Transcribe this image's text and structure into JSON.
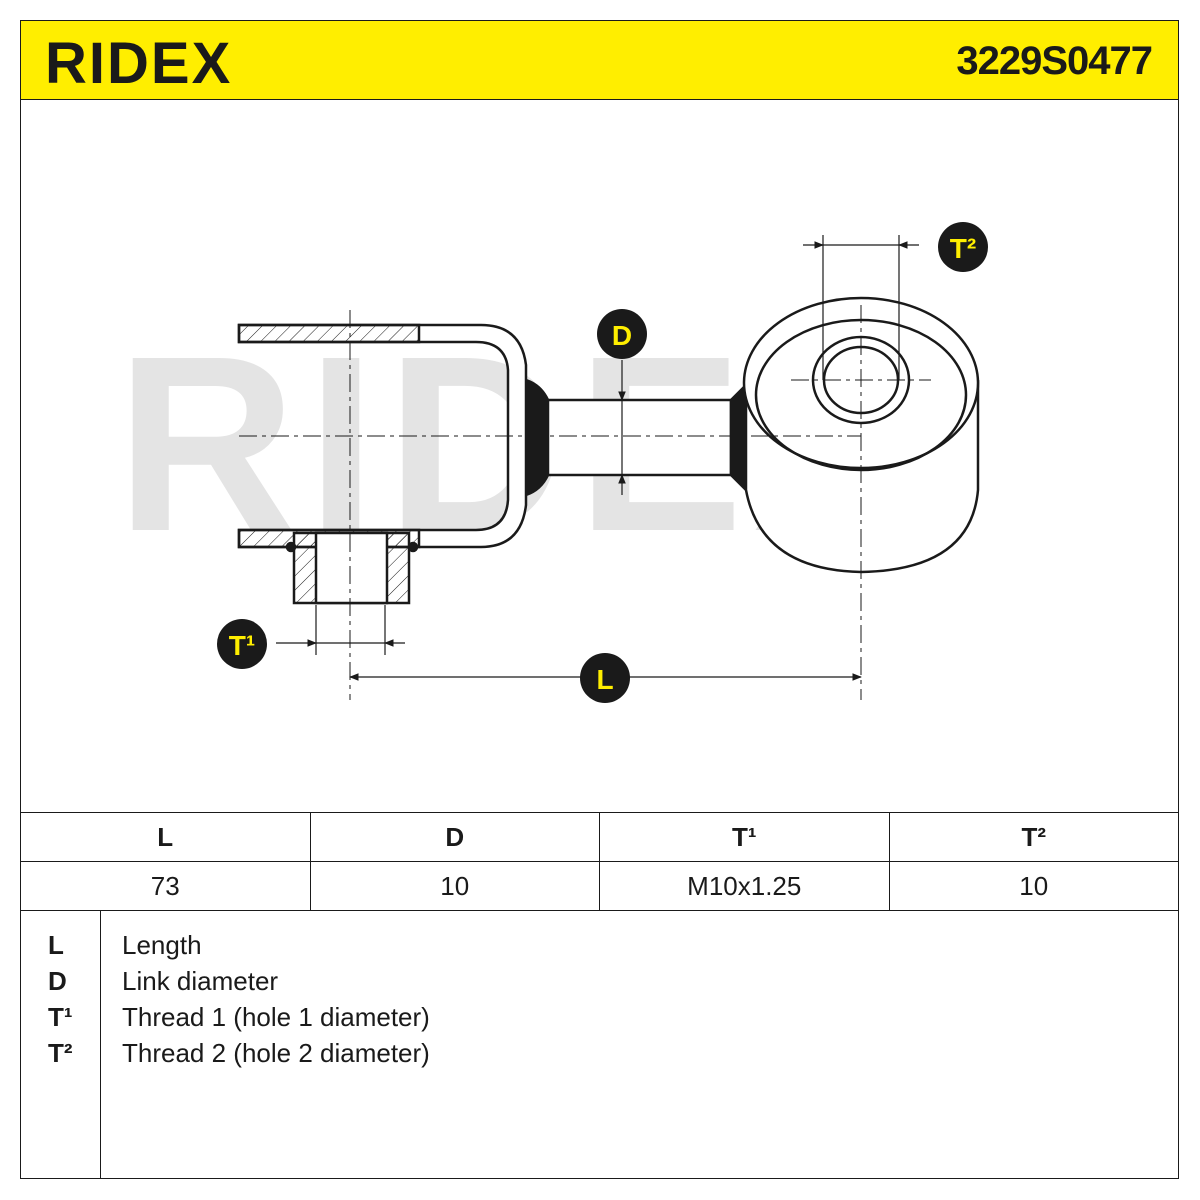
{
  "header": {
    "brand": "RIDEX",
    "part_number": "3229S0477",
    "background_color": "#ffee00"
  },
  "drawing": {
    "watermark": "RIDEX",
    "labels": {
      "D": "D",
      "L": "L",
      "T1": "T¹",
      "T2": "T²"
    }
  },
  "spec_table": {
    "headers": [
      "L",
      "D",
      "T¹",
      "T²"
    ],
    "values": [
      "73",
      "10",
      "M10x1.25",
      "10"
    ]
  },
  "legend": [
    {
      "key": "L",
      "desc": "Length"
    },
    {
      "key": "D",
      "desc": "Link diameter"
    },
    {
      "key": "T¹",
      "desc": "Thread 1 (hole 1 diameter)"
    },
    {
      "key": "T²",
      "desc": "Thread 2 (hole 2 diameter)"
    }
  ]
}
